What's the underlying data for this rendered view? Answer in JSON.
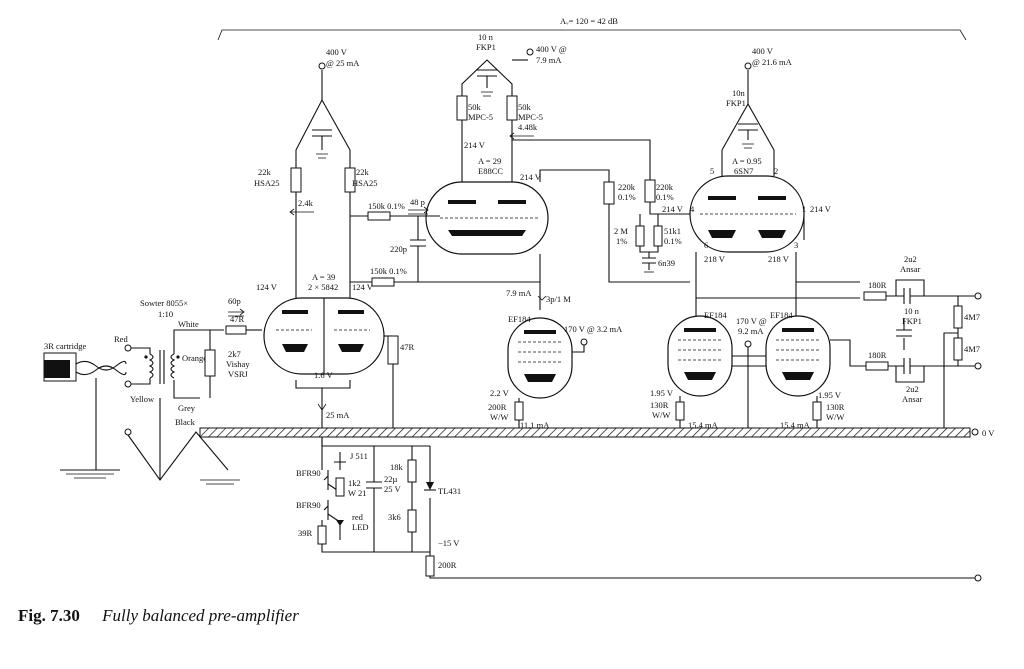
{
  "gain_header": "Aᵥ= 120 = 42 dB",
  "supplies": {
    "s1": "400 V",
    "s1b": "@ 25 mA",
    "s2": "400 V @",
    "s2b": "7.9 mA",
    "s3": "400 V",
    "s3b": "@ 21.6 mA"
  },
  "stage1": {
    "gain": "A = 39",
    "tube": "2 × 5842",
    "r_left": "22k",
    "r_left_b": "HSA25",
    "r_right": "22k",
    "r_right_b": "HSA25",
    "z": "2.4k",
    "v_left": "124 V",
    "v_right": "124 V",
    "v_cathode": "1.6 V",
    "current": "25 mA",
    "r_cath": "47R"
  },
  "stage2": {
    "gain": "A = 29",
    "tube": "E88CC",
    "cap": "10 n",
    "cap_b": "FKP1",
    "r1": "50k",
    "r1b": "MPC-5",
    "r2": "50k",
    "r2b": "MPC-5",
    "v_left": "214 V",
    "v_right": "214 V",
    "z": "4.48k",
    "fb": "150k 0.1%",
    "fb2": "150k 0.1%",
    "c48": "48 p",
    "c220": "220p",
    "mA": "7.9 mA",
    "cc": "3p/1 M"
  },
  "stage3": {
    "gain": "A = 0.95",
    "tube": "6SN7",
    "cap": "10n",
    "cap_b": "FKP1",
    "v4": "214 V",
    "v1": "214 V",
    "p4": "4",
    "p1": "1",
    "p5": "5",
    "p2": "2",
    "p6": "6",
    "p3": "3",
    "v6": "218 V",
    "v3": "218 V",
    "r220a": "220k",
    "r220a_b": "0.1%",
    "r220b": "220k",
    "r220b_b": "0.1%",
    "r2m": "2 M",
    "r2m_b": "1%",
    "r51": "51k1",
    "r51b": "0.1%",
    "c6n": "6n39"
  },
  "input": {
    "cartridge": "3R cartridge",
    "transformer": "Sowter 8055×",
    "ratio": "1:10",
    "red": "Red",
    "yellow": "Yellow",
    "white": "White",
    "orange": "Orange",
    "grey": "Grey",
    "black": "Black",
    "c60": "60p",
    "r47": "47R",
    "r2k7": "2k7",
    "r2k7b": "Vishay",
    "r2k7c": "VSRJ"
  },
  "ccs_left": {
    "tube": "EF184",
    "v": "170 V @ 3.2 mA",
    "vk": "2.2 V",
    "rk": "200R",
    "rkb": "W/W",
    "i": "11.1 mA"
  },
  "ccs_right": {
    "tube1": "EF184",
    "tube2": "EF184",
    "v": "170 V @",
    "v2": "9.2 mA",
    "vk1": "1.95 V",
    "rk1": "130R",
    "rk1b": "W/W",
    "i1": "15.4 mA",
    "vk2": "1.95 V",
    "rk2": "130R",
    "rk2b": "W/W",
    "i2": "15.4 mA"
  },
  "output": {
    "r180a": "180R",
    "r180b": "180R",
    "c2u2a": "2u2",
    "c2u2a_b": "Ansar",
    "c2u2b": "2u2",
    "c2u2b_b": "Ansar",
    "c10n": "10 n",
    "c10n_b": "FKP1",
    "r4m7a": "4M7",
    "r4m7b": "4M7"
  },
  "bias": {
    "q1": "BFR90",
    "q2": "BFR90",
    "j": "J 511",
    "r1k2": "1k2",
    "r1k2b": "W 21",
    "c22": "22µ",
    "c22b": "25 V",
    "r18k": "18k",
    "r3k6": "3k6",
    "tl": "TL431",
    "r39": "39R",
    "led": "red",
    "ledb": "LED",
    "neg": "−15 V",
    "r200": "200R"
  },
  "ground_label": "0 V",
  "caption": {
    "number": "Fig. 7.30",
    "title": "Fully balanced pre-amplifier"
  }
}
